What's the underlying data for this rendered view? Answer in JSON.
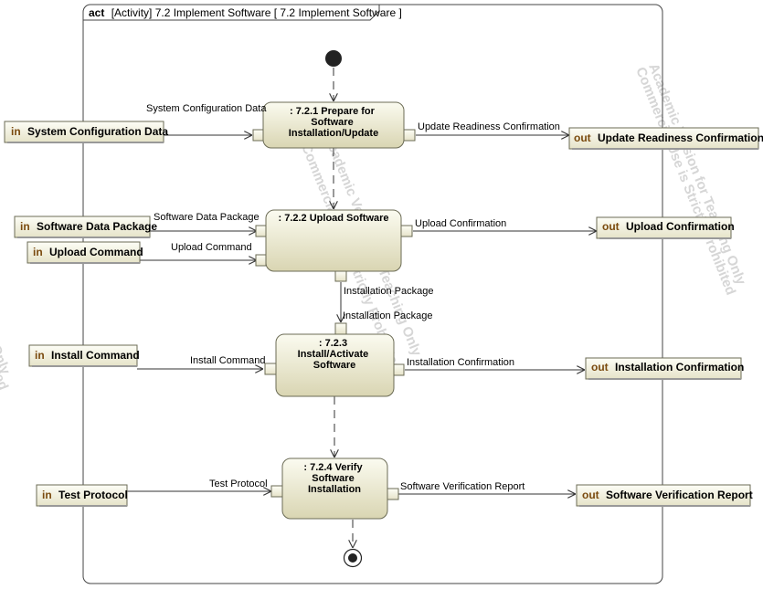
{
  "frame": {
    "keyword": "act",
    "title": "[Activity] 7.2 Implement Software [ 7.2 Implement Software ]"
  },
  "parameters": {
    "in_keyword": "in",
    "out_keyword": "out",
    "inputs": [
      {
        "name": "System Configuration Data"
      },
      {
        "name": "Software Data Package"
      },
      {
        "name": "Upload Command"
      },
      {
        "name": "Install Command"
      },
      {
        "name": "Test Protocol"
      }
    ],
    "outputs": [
      {
        "name": "Update Readiness Confirmation"
      },
      {
        "name": "Upload Confirmation"
      },
      {
        "name": "Installation Confirmation"
      },
      {
        "name": "Software Verification Report"
      }
    ]
  },
  "actions": [
    {
      "lines": [
        ": 7.2.1 Prepare for",
        "Software",
        "Installation/Update"
      ]
    },
    {
      "lines": [
        ": 7.2.2 Upload Software"
      ]
    },
    {
      "lines": [
        ": 7.2.3",
        "Install/Activate",
        "Software"
      ]
    },
    {
      "lines": [
        ": 7.2.4 Verify",
        "Software",
        "Installation"
      ]
    }
  ],
  "flow_labels": {
    "system_configuration_data": "System Configuration Data",
    "update_readiness_confirmation": "Update Readiness Confirmation",
    "software_data_package": "Software Data Package",
    "upload_command": "Upload Command",
    "upload_confirmation": "Upload Confirmation",
    "installation_package_out": "Installation Package",
    "installation_package_in": "Installation Package",
    "install_command": "Install Command",
    "installation_confirmation": "Installation Confirmation",
    "test_protocol": "Test Protocol",
    "software_verification_report": "Software Verification Report"
  },
  "watermark": {
    "lines": [
      "Academic Version for Teaching Only",
      "Commercial Use is Strictly Prohibited"
    ]
  },
  "colors": {
    "node_fill_light": "#fbfbf0",
    "node_fill_dark": "#d9d5b2",
    "node_stroke": "#6b6b55",
    "edge": "#333333"
  }
}
